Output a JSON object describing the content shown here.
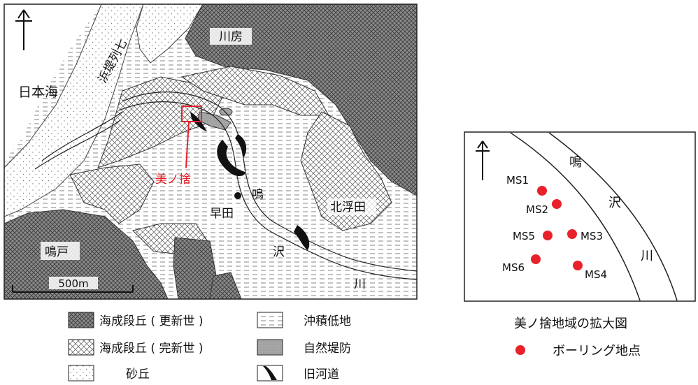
{
  "map": {
    "place_labels": {
      "kawabo": "川房",
      "sea": "日本海",
      "dune": "浜堤列七",
      "mirusute": "美ノ捨",
      "na": "鳴",
      "wasada": "早田",
      "kitaukeda": "北浮田",
      "sawa": "沢",
      "kawa": "川",
      "naruto": "鳴戸"
    },
    "scale_label": "500m",
    "north_arrow": "north-arrow-icon"
  },
  "legend": {
    "items": [
      {
        "label": "海成段丘 ( 更新世 )",
        "pattern": "dense-crosshatch"
      },
      {
        "label": "沖積低地",
        "pattern": "dashed-lines"
      },
      {
        "label": "海成段丘 ( 完新世 )",
        "pattern": "sparse-crosshatch"
      },
      {
        "label": "自然堤防",
        "pattern": "grey-stipple"
      },
      {
        "label": "砂丘",
        "pattern": "dots"
      },
      {
        "label": "旧河道",
        "pattern": "black-channel"
      }
    ]
  },
  "inset": {
    "title": "美ノ捨地域の拡大図",
    "legend_label": "ボーリング地点",
    "river": [
      "鳴",
      "沢",
      "川"
    ],
    "points": [
      "MS1",
      "MS2",
      "MS5",
      "MS3",
      "MS6",
      "MS4"
    ],
    "point_color": "#e8212a",
    "north_arrow": "north-arrow-icon"
  },
  "colors": {
    "red": "#e8212a",
    "terrace_pleistocene": "#7e7e7e",
    "natural_levee": "#9a9a9a",
    "line": "#222222"
  }
}
